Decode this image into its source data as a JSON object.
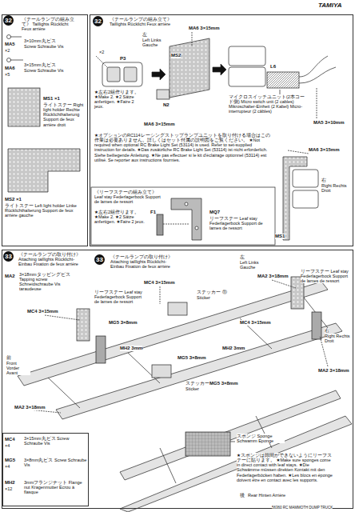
{
  "diagram": {
    "nodes": [
      {
        "text": [
          "《テールランプの組み立て》 Taillights Rücklicht Feux arrière"
        ]
      },
      {
        "text": [
          "《テールランプの組み立て》 Taillights Rücklicht Feux arrière"
        ]
      },
      {
        "text": [
          "《テールランプの取り付け》 Attaching taillights Rücklicht-Einbau Fixation de feux arrière"
        ]
      },
      {
        "text": [
          "3×15mm丸ビス Screw Schraube Vis",
          "3×8mm丸ビス Screw Schraube Vis",
          "3mmフランジナット Flange nut Kragenmutter Ecrou à flasque"
        ],
        "in": 2
      }
    ],
    "labels": [
      "TAMIYA",
      "32",
      "3×10mm丸ビス",
      "Screw Schraube Vis",
      "MA5",
      "×2",
      "3×15mm丸ビス",
      "Screw Schraube Vis",
      "MA6",
      "×5",
      "MS1 ×1",
      "ライトステー Right light holder Rechte Rücklichthalterung Support de feux arrière droit",
      "MS2 ×1",
      "ライトステー Left light holder Linke Rücklichthalterung Support de feux arrière gauche",
      "32",
      "左",
      "Left Links Gauche",
      "MA6 3×15mm",
      "MS2",
      "P3",
      "×2",
      "N2",
      "★左右2組作ります。 ★Make 2. ★2 Sätze anfertigen. ★Faire 2 jeux.",
      "MA6 3×15mm",
      "L6",
      "マイクロスイッチユニット(2本コード側) Micro switch unit (2 cables) Mikroschalter-Einheit (2 Kabel) Micro-interrupteur (2 câbles)",
      "MA5 3×10mm",
      "MA6 3×15mm",
      "★オプションのRC114レーシングストップランプユニットを取り付ける場合はこの作業は必要ありません。詳しくはセット付属の説明図をご覧ください。 ★Not required when optional RC Brake Light Set (53114) is used. Refer to set-supplied instruction for details. ★Das zusätzliche RC Brake Light Set (53114) ist nicht erforderlich. Siehe beiliegende Anleitung. ★Ne pas effectuer si le kit d'éclairage optionnel (53114) est utilisé. Se reporter aux instructions fournies.",
      "《リーフステーの組み立て》 Leaf stay Federlagerbock Support de lames de ressort",
      "F1",
      "★左右2組作ります。 ★Make 2. ★2 Sätze anfertigen. ★Faire 2 jeux.",
      "MQ7",
      "リーフステー Leaf stay Federlagerbock Support de lames de ressort",
      "MS1",
      "右",
      "Right Rechts Droit",
      "33",
      "MA2",
      "3×18mmタッピングビス Tapping screw Schneidschraube Vis taraudeuse",
      "33",
      "《テールランプの取り付け》 Attaching taillights Rücklicht-Einbau Fixation de feux arrière",
      "左",
      "Left Links Gauche",
      "MA2 3×18mm",
      "リーフステー Leaf stay Federlagerbock Support de lames de ressort",
      "MC4 3×15mm",
      "ステッカー ⑪",
      "Sticker",
      "リーフステー Leaf stay Federlagerbock Support de lames de ressort",
      "MC4 3×15mm",
      "MG5 3×8mm",
      "MC4 3×15mm",
      "右",
      "Right Rechts Droit",
      "MH2 3mm",
      "MH2 3mm",
      "MG5 3×8mm",
      "前",
      "Front Vorder Avant",
      "MA2 3×18mm",
      "ステッカー ⑫",
      "Sticker",
      "MG5 3×8mm",
      "MA2 3×18mm",
      "MC4",
      "×4",
      "MG5",
      "×4",
      "MH2",
      "×12",
      "スポンジ Sponge Schwamm Eponge",
      "★スポンジは隙間ができないようにリーフステーに貼ります。 ★Make sure sponges come in direct contact with leaf stays. ★Die Schwämme müssen direkten Kontakt mit den Federlagerböcken haben. ★Les blocs en éponge doivent être en contact avec les supports.",
      "後",
      "Rear Hinten Arrière",
      "56360 RC MAMMOTH DUMP TRUCK"
    ]
  }
}
